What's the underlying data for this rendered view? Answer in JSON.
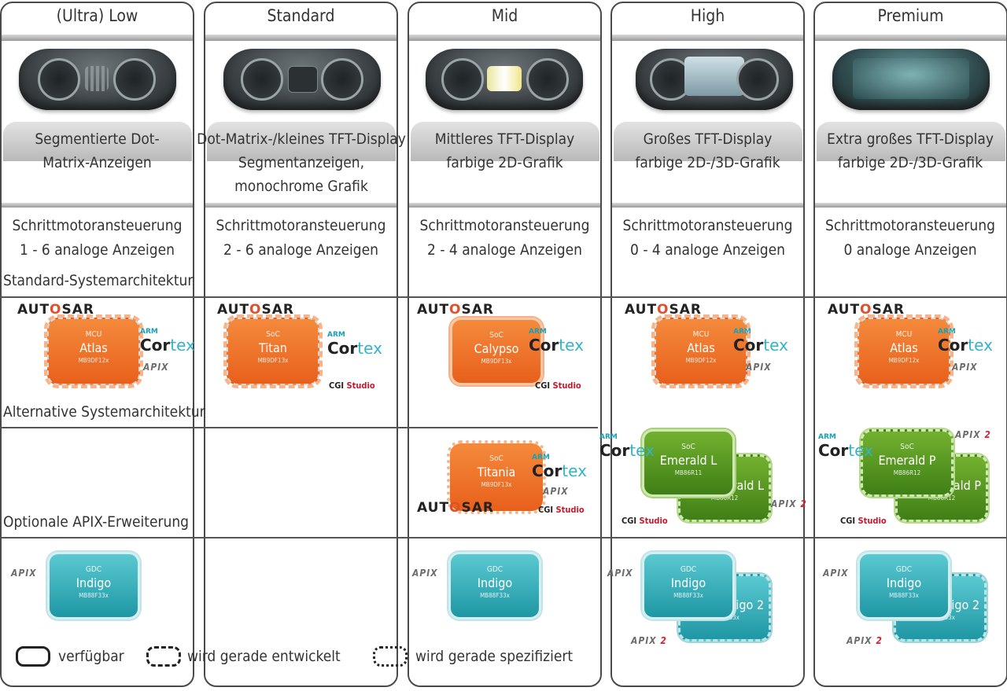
{
  "columns": [
    {
      "title": "(Ultra) Low",
      "display_line1": "Segmentierte Dot-",
      "display_line2": "Matrix-Anzeigen",
      "display_line3": "",
      "step_line1": "Schrittmotoransteuerung",
      "step_line2": "1 - 6 analoge Anzeigen"
    },
    {
      "title": "Standard",
      "display_line1": "Dot-Matrix-/kleines TFT-Display",
      "display_line2": "Segmentanzeigen,",
      "display_line3": "monochrome Grafik",
      "step_line1": "Schrittmotoransteuerung",
      "step_line2": "2 - 6 analoge Anzeigen"
    },
    {
      "title": "Mid",
      "display_line1": "Mittleres TFT-Display",
      "display_line2": "farbige 2D-Grafik",
      "display_line3": "",
      "step_line1": "Schrittmotoransteuerung",
      "step_line2": "2 - 4 analoge Anzeigen"
    },
    {
      "title": "High",
      "display_line1": "Großes TFT-Display",
      "display_line2": "farbige 2D-/3D-Grafik",
      "display_line3": "",
      "step_line1": "Schrittmotoransteuerung",
      "step_line2": "0 - 4 analoge Anzeigen"
    },
    {
      "title": "Premium",
      "display_line1": "Extra großes TFT-Display",
      "display_line2": "farbige 2D-/3D-Grafik",
      "display_line3": "",
      "step_line1": "Schrittmotoransteuerung",
      "step_line2": "0 analoge Anzeigen"
    }
  ],
  "sections": {
    "standard": "Standard-Systemarchitektur",
    "alternative": "Alternative Systemarchitektur",
    "apix": "Optionale APIX-Erweiterung"
  },
  "brands": {
    "autosar_a": "AUT",
    "autosar_o": "O",
    "autosar_b": "SAR",
    "arm": "ARM",
    "cortex_a": "Cor",
    "cortex_b": "tex",
    "apix": "APIX",
    "apix2": "2",
    "cgi_a": "CGI",
    "cgi_b": "Studio"
  },
  "chips": {
    "std_low": {
      "kind": "MCU",
      "name": "Atlas",
      "part": "MB9DF12x"
    },
    "std_std": {
      "kind": "SoC",
      "name": "Titan",
      "part": "MB9DF13x"
    },
    "std_mid": {
      "kind": "SoC",
      "name": "Calypso",
      "part": "MB9DF13x"
    },
    "std_high": {
      "kind": "MCU",
      "name": "Atlas",
      "part": "MB9DF12x"
    },
    "std_prem": {
      "kind": "MCU",
      "name": "Atlas",
      "part": "MB9DF12x"
    },
    "alt_mid": {
      "kind": "SoC",
      "name": "Titania",
      "part": "MB9DF13x"
    },
    "alt_high": {
      "kind": "SoC",
      "name": "Emerald L",
      "part": "MB86R11"
    },
    "alt_high_b": {
      "kind": "SoC",
      "name": "Emerald L",
      "part": "MB86R12"
    },
    "alt_prem": {
      "kind": "SoC",
      "name": "Emerald P",
      "part": "MB86R12"
    },
    "alt_prem_b": {
      "kind": "SoC",
      "name": "Emerald P",
      "part": "MB86R12"
    },
    "apix_low": {
      "kind": "GDC",
      "name": "Indigo",
      "part": "MB88F33x"
    },
    "apix_mid": {
      "kind": "GDC",
      "name": "Indigo",
      "part": "MB88F33x"
    },
    "apix_high": {
      "kind": "GDC",
      "name": "Indigo",
      "part": "MB88F33x"
    },
    "apix_high_b": {
      "kind": "GDC",
      "name": "Indigo 2",
      "part": "MB88F33x"
    },
    "apix_prem": {
      "kind": "GDC",
      "name": "Indigo",
      "part": "MB88F33x"
    },
    "apix_prem_b": {
      "kind": "GDC",
      "name": "Indigo 2",
      "part": "MB88F33x"
    }
  },
  "legend": {
    "available": "verfügbar",
    "developing": "wird gerade entwickelt",
    "specified": "wird gerade spezifiziert"
  },
  "colors": {
    "orange": "#ee7128",
    "green": "#5a9a22",
    "teal": "#2fb0bb",
    "frame": "#4a4a4a"
  }
}
